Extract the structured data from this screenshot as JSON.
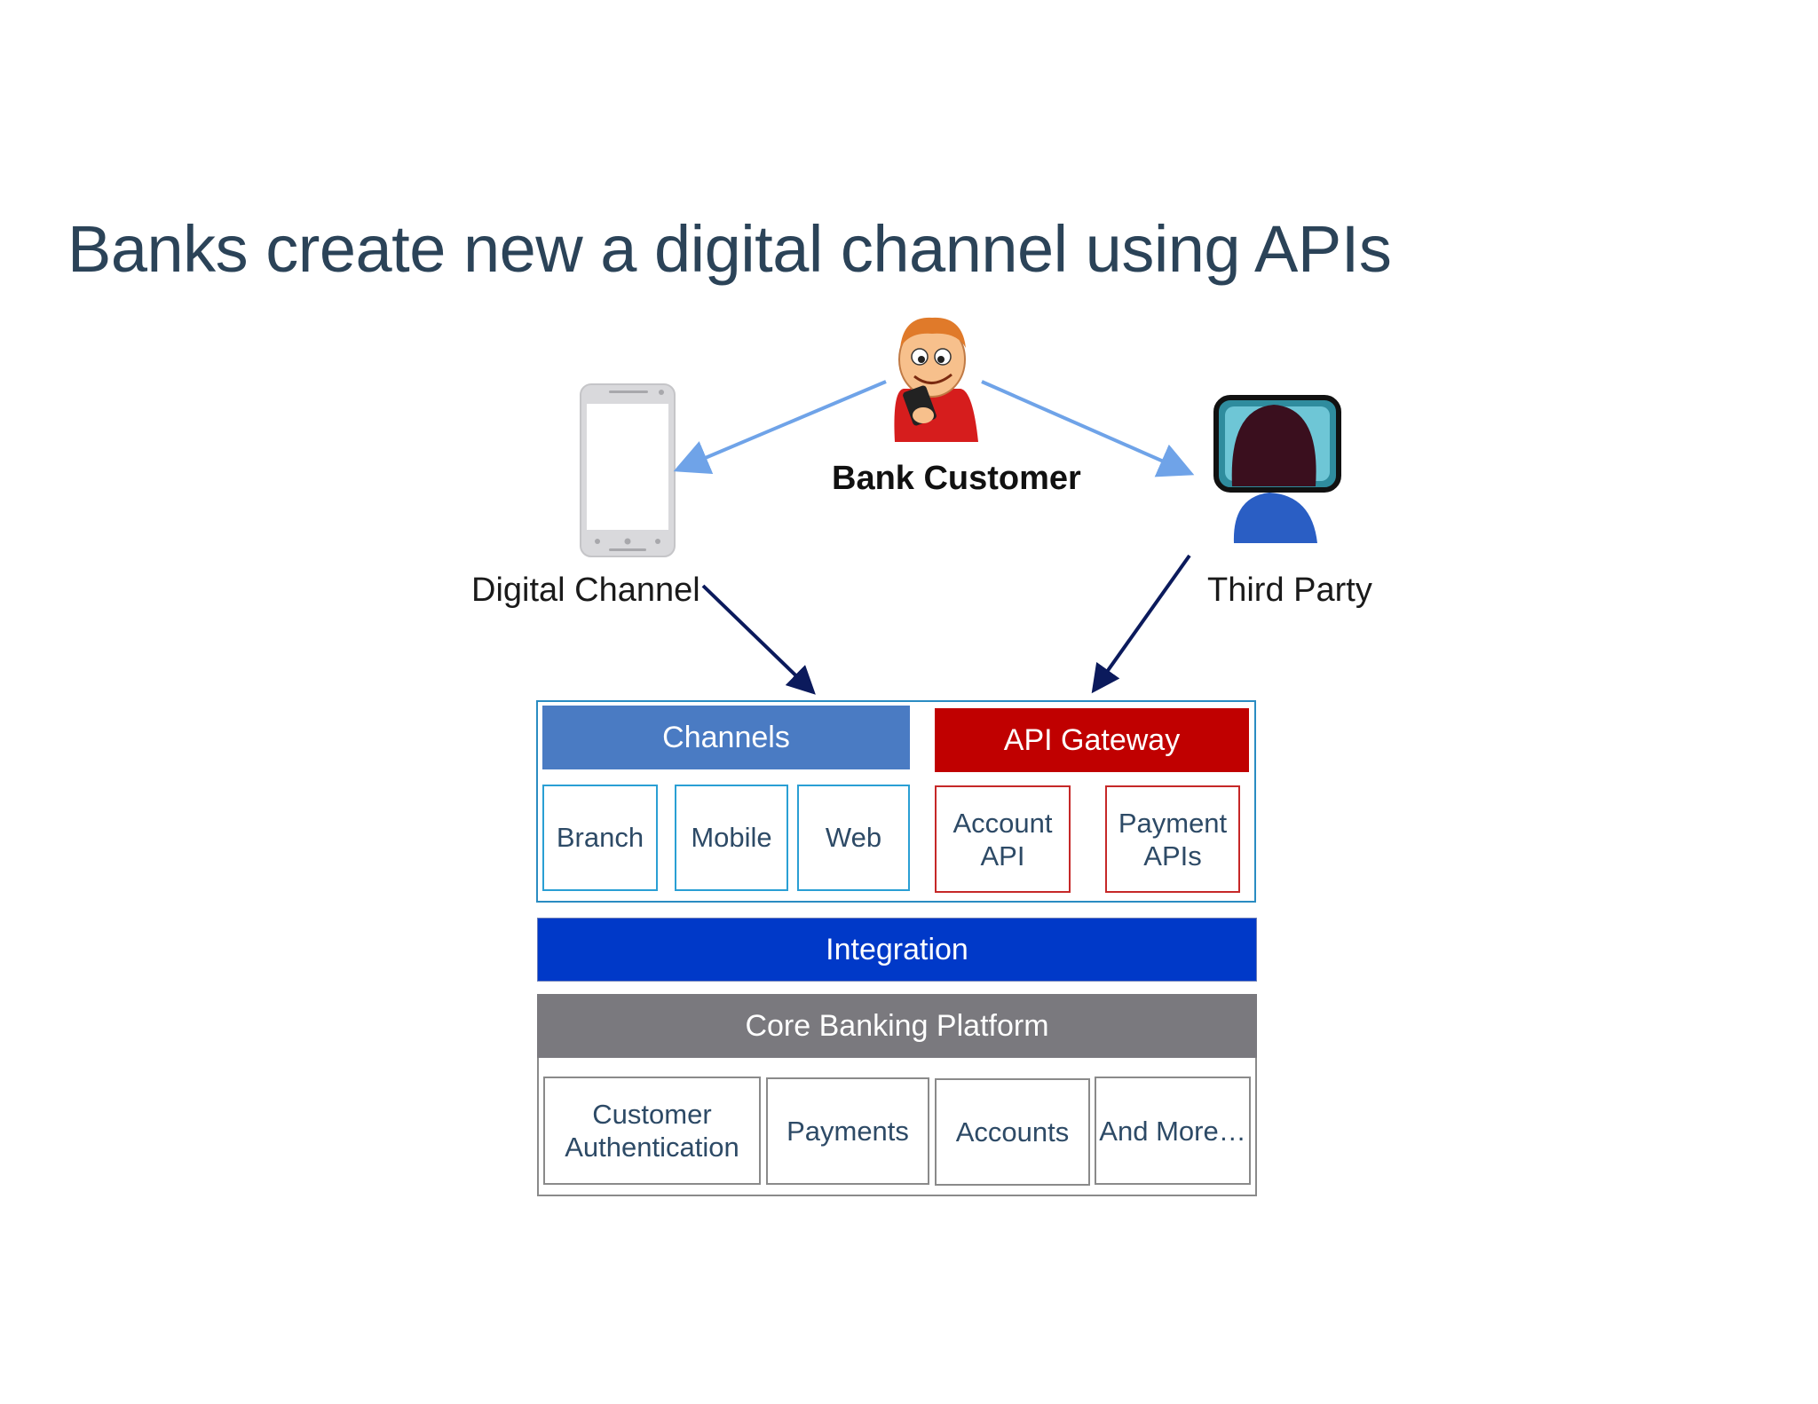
{
  "title": "Banks create new a digital channel using APIs",
  "actors": {
    "customer": "Bank Customer",
    "digital_channel": "Digital Channel",
    "third_party": "Third Party"
  },
  "channels": {
    "header": "Channels",
    "items": [
      "Branch",
      "Mobile",
      "Web"
    ]
  },
  "api_gateway": {
    "header": "API Gateway",
    "items": [
      "Account\nAPI",
      "Payment\nAPIs"
    ]
  },
  "integration": "Integration",
  "core_banking": {
    "header": "Core Banking Platform",
    "items": [
      "Customer\nAuthentication",
      "Payments",
      "Accounts",
      "And More…"
    ]
  },
  "colors": {
    "title": "#2b4358",
    "channels": "#4a7bc3",
    "api_gateway": "#c00000",
    "integration": "#0039c8",
    "core": "#7a797e",
    "arrow_light": "#6fa3e8",
    "arrow_dark": "#0b1a5c"
  },
  "icons": {
    "phone": "smartphone-icon",
    "customer": "cartoon-person-with-phone-icon",
    "third_party": "person-at-monitor-icon"
  }
}
